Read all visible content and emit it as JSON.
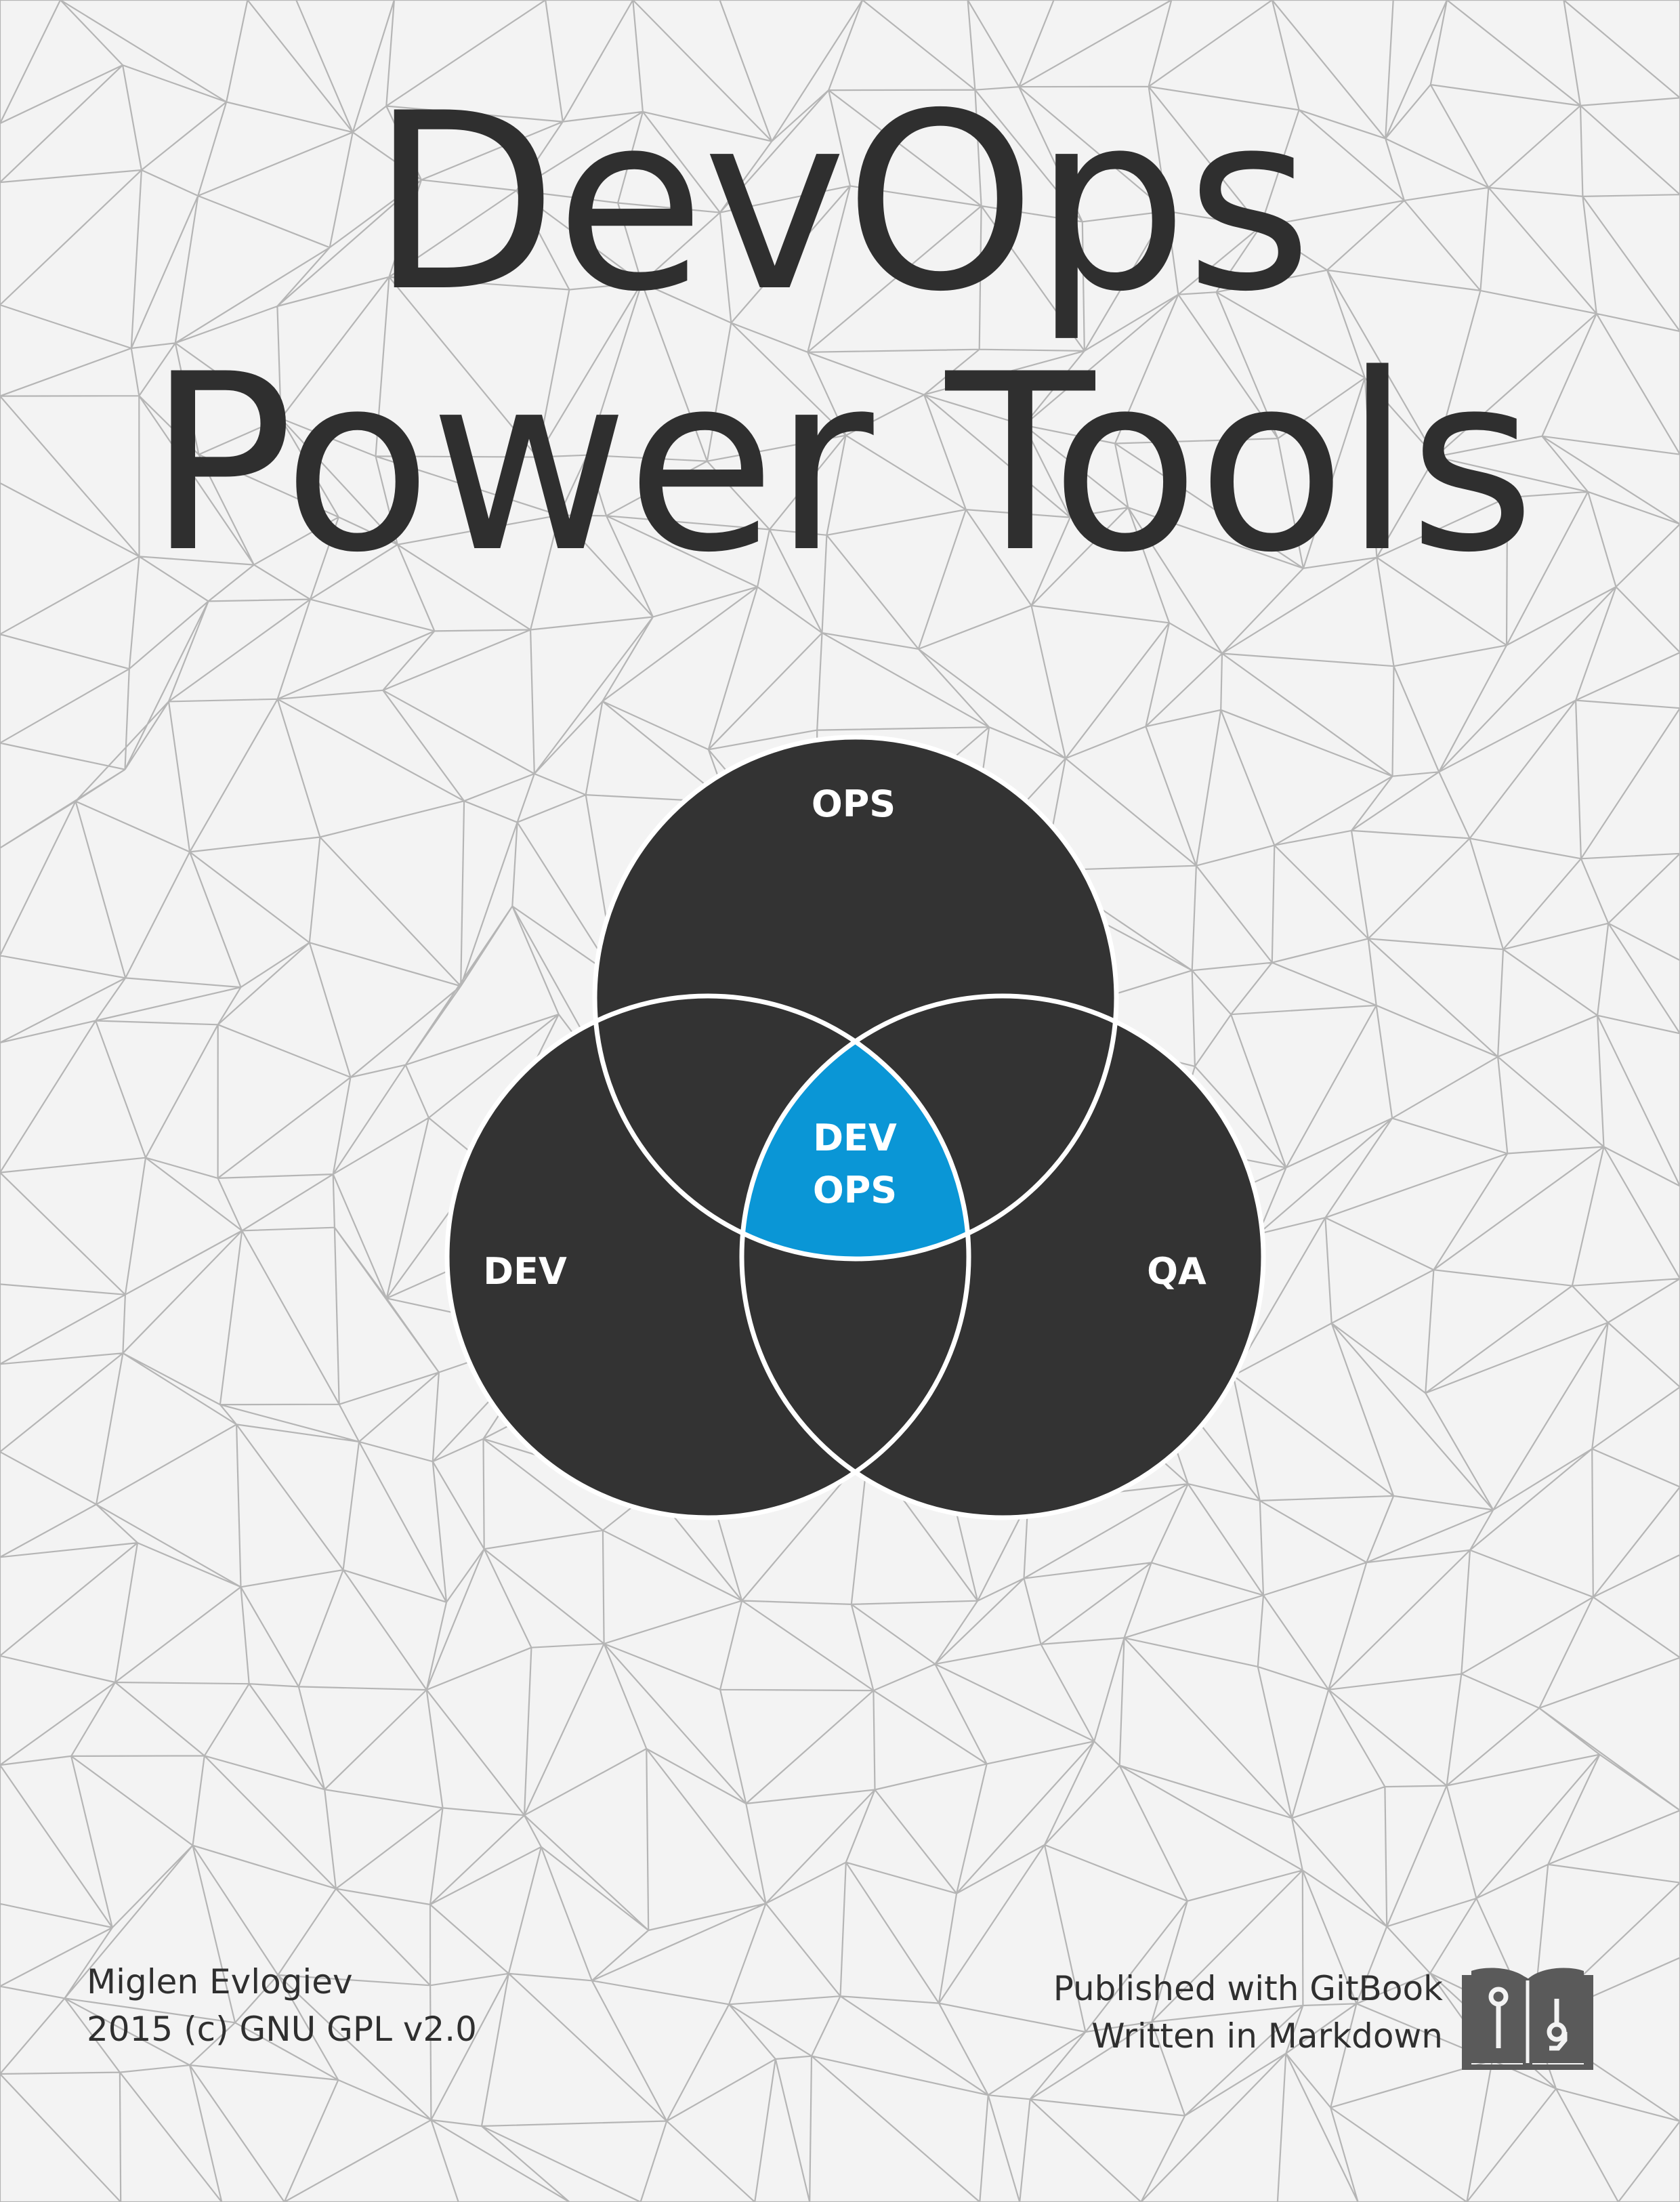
{
  "cover": {
    "title_line1": "DevOps",
    "title_line2": "Power Tools"
  },
  "venn": {
    "circles": [
      {
        "label": "OPS"
      },
      {
        "label": "DEV"
      },
      {
        "label": "QA"
      }
    ],
    "center_line1": "DEV",
    "center_line2": "OPS",
    "circle_color": "#333333",
    "center_color": "#0a96d6",
    "outline_color": "#ffffff"
  },
  "footer": {
    "author": "Miglen Evlogiev",
    "license": "2015 (c) GNU GPL v2.0",
    "published": "Published with GitBook",
    "written": "Written in Markdown"
  },
  "icons": {
    "logo": "gitbook-logo-icon",
    "background": "low-poly-mesh-background"
  },
  "colors": {
    "background": "#f3f3f3",
    "text": "#2f2f2f",
    "mesh_lines": "#b5b5b5"
  }
}
